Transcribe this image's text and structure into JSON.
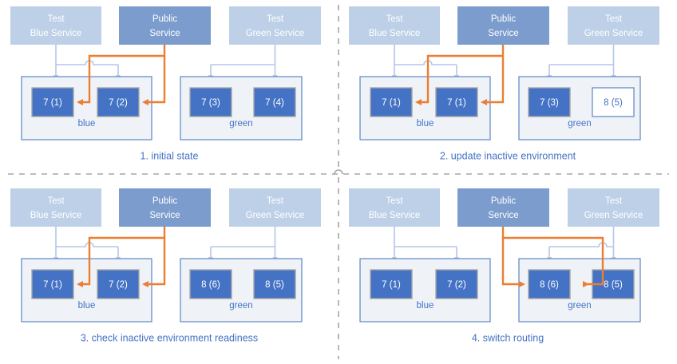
{
  "colors": {
    "test_service_fill": "#bdd0e8",
    "public_service_fill": "#7b9ccd",
    "pod_fill": "#4472c4",
    "pod_border": "#a6a6a6",
    "pod_text": "#ffffff",
    "pod_empty_fill": "#ffffff",
    "pod_empty_text": "#4472c4",
    "env_fill": "#eff3f8",
    "env_border": "#5b86c4",
    "arrow_blue": "#b4c7e7",
    "arrow_orange": "#ed7d31",
    "caption_text": "#4472c4",
    "divider": "#a6a6a6",
    "background": "#ffffff"
  },
  "service_labels": {
    "test_blue": {
      "line1": "Test",
      "line2": "Blue Service"
    },
    "public": {
      "line1": "Public",
      "line2": "Service"
    },
    "test_green": {
      "line1": "Test",
      "line2": "Green Service"
    }
  },
  "env_names": {
    "blue": "blue",
    "green": "green"
  },
  "panels": [
    {
      "id": "panel-1",
      "number": "1",
      "caption": "1. initial state",
      "blue_pods": [
        {
          "label": "7 (1)",
          "style": "filled"
        },
        {
          "label": "7 (2)",
          "style": "filled"
        }
      ],
      "green_pods": [
        {
          "label": "7 (3)",
          "style": "filled"
        },
        {
          "label": "7 (4)",
          "style": "filled"
        }
      ],
      "public_routes_to": "blue"
    },
    {
      "id": "panel-2",
      "number": "2",
      "caption": "2. update inactive environment",
      "blue_pods": [
        {
          "label": "7 (1)",
          "style": "filled"
        },
        {
          "label": "7 (1)",
          "style": "filled"
        }
      ],
      "green_pods": [
        {
          "label": "7 (3)",
          "style": "filled"
        },
        {
          "label": "8 (5)",
          "style": "empty"
        }
      ],
      "public_routes_to": "blue"
    },
    {
      "id": "panel-3",
      "number": "3",
      "caption": "3. check inactive environment readiness",
      "blue_pods": [
        {
          "label": "7 (1)",
          "style": "filled"
        },
        {
          "label": "7 (2)",
          "style": "filled"
        }
      ],
      "green_pods": [
        {
          "label": "8 (6)",
          "style": "filled"
        },
        {
          "label": "8 (5)",
          "style": "filled"
        }
      ],
      "public_routes_to": "blue"
    },
    {
      "id": "panel-4",
      "number": "4",
      "caption": "4. switch routing",
      "blue_pods": [
        {
          "label": "7 (1)",
          "style": "filled"
        },
        {
          "label": "7 (2)",
          "style": "filled"
        }
      ],
      "green_pods": [
        {
          "label": "8 (6)",
          "style": "filled"
        },
        {
          "label": "8 (5)",
          "style": "filled"
        }
      ],
      "public_routes_to": "green"
    }
  ]
}
